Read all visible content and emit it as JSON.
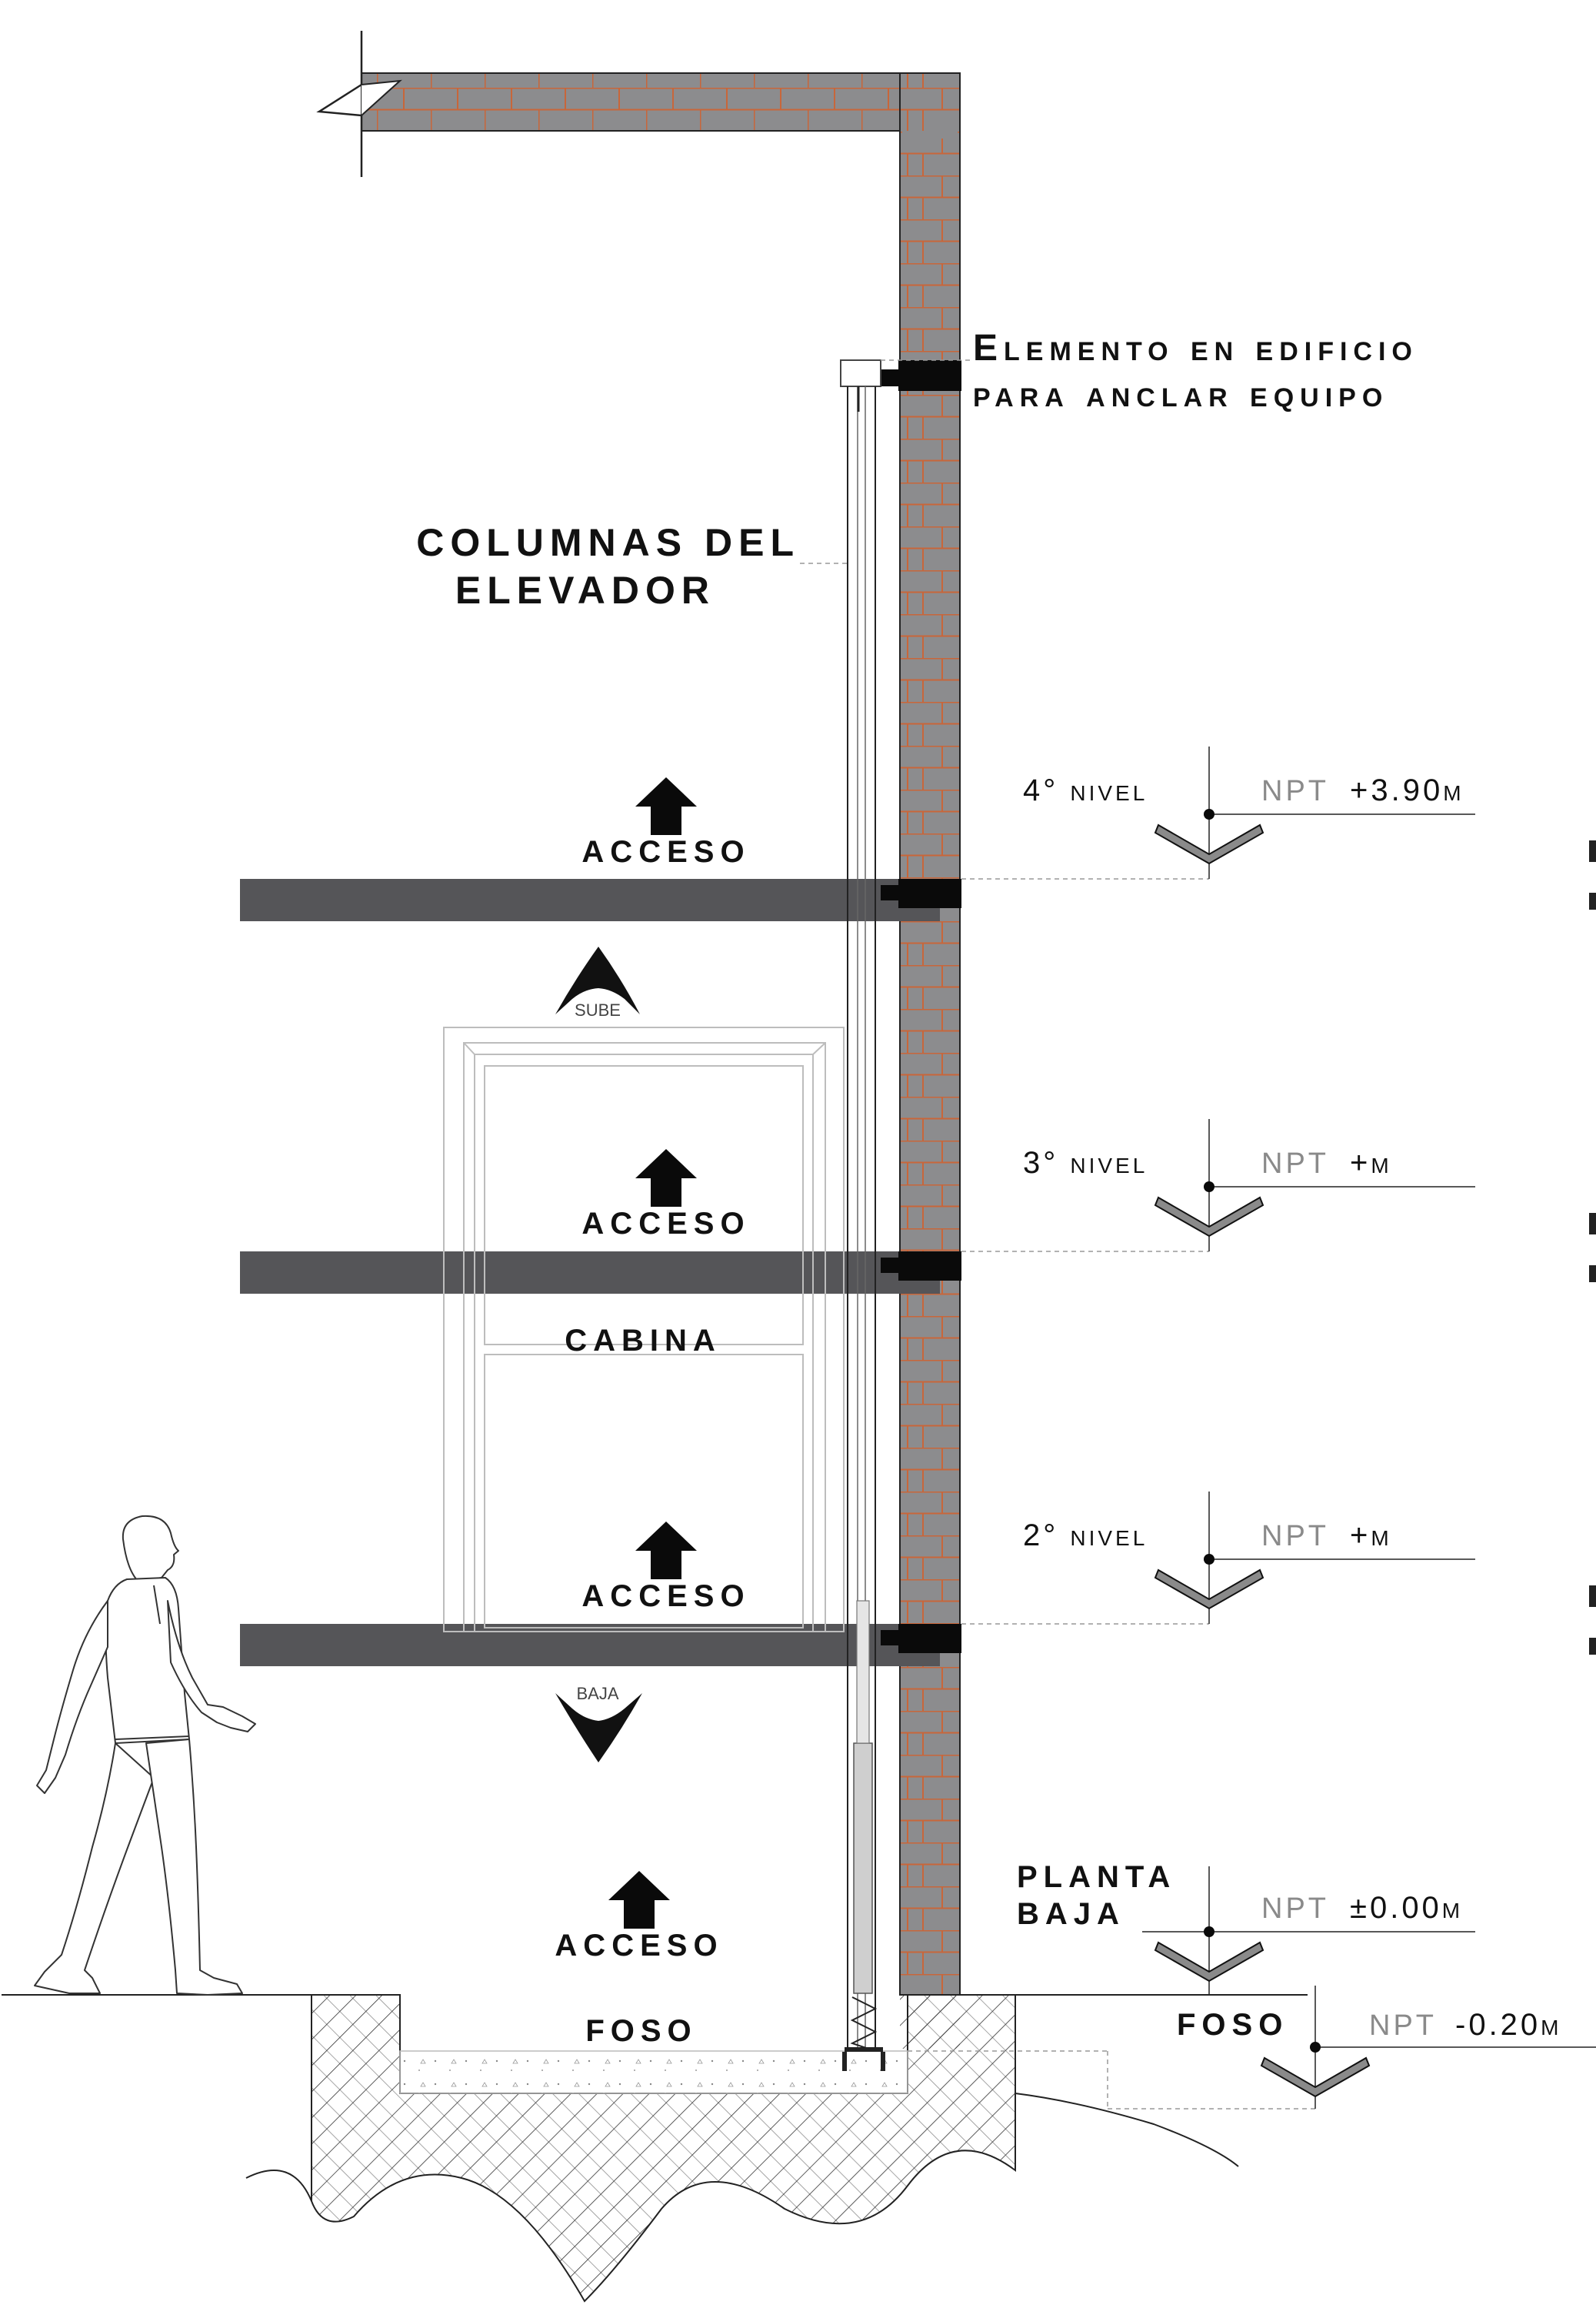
{
  "annotations": {
    "anchor_line1": "Elemento en edificio",
    "anchor_line2": "para anclar equipo",
    "columns_line1": "COLUMNAS DEL",
    "columns_line2": "ELEVADOR",
    "cabin": "CABINA",
    "pit": "FOSO",
    "up": "SUBE",
    "down": "BAJA"
  },
  "access_labels": [
    "ACCESO",
    "ACCESO",
    "ACCESO",
    "ACCESO"
  ],
  "levels": [
    {
      "name": "4° nivel",
      "npt_prefix": "NPT",
      "npt_value": "+3.90m"
    },
    {
      "name": "3° nivel",
      "npt_prefix": "NPT",
      "npt_value": "+m"
    },
    {
      "name": "2° nivel",
      "npt_prefix": "NPT",
      "npt_value": "+m"
    },
    {
      "name_line1": "PLANTA",
      "name_line2": "BAJA",
      "npt_prefix": "NPT",
      "npt_value": "±0.00m"
    },
    {
      "name": "FOSO",
      "npt_prefix": "NPT",
      "npt_value": "-0.20m"
    }
  ],
  "colors": {
    "wall": "#8c8c8e",
    "brick_joint": "#c8663a",
    "slab": "#555558",
    "anchor": "#0a0a0a",
    "line": "#222222",
    "npt_text": "#8a8a8a"
  },
  "icons": [
    "up-arrow-icon",
    "level-marker-icon",
    "person-walking-icon"
  ]
}
